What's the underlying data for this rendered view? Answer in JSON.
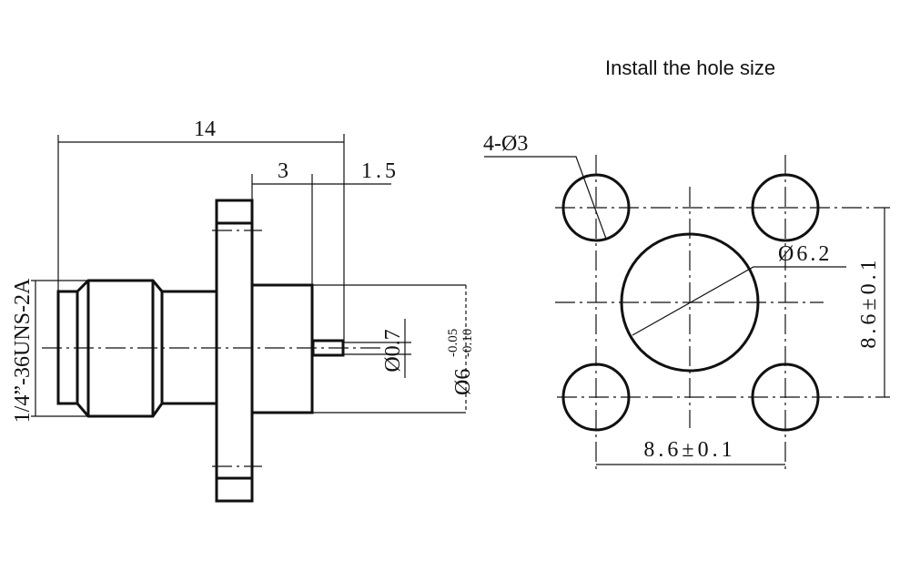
{
  "title": "Install the hole size",
  "side_view": {
    "length_total": "14",
    "length_flange_to_end": "3",
    "pin_length": "1.5",
    "thread_spec": "1/4”-36UNS-2A",
    "pin_diameter": "Ø0.7",
    "body_diameter": "Ø6",
    "body_tol_upper": "-0.05",
    "body_tol_lower": "-0.10"
  },
  "hole_pattern": {
    "mount_holes": "4-Ø3",
    "center_hole": "Ø6.2",
    "vertical_spacing": "8.6±0.1",
    "horizontal_spacing": "8.6±0.1"
  }
}
